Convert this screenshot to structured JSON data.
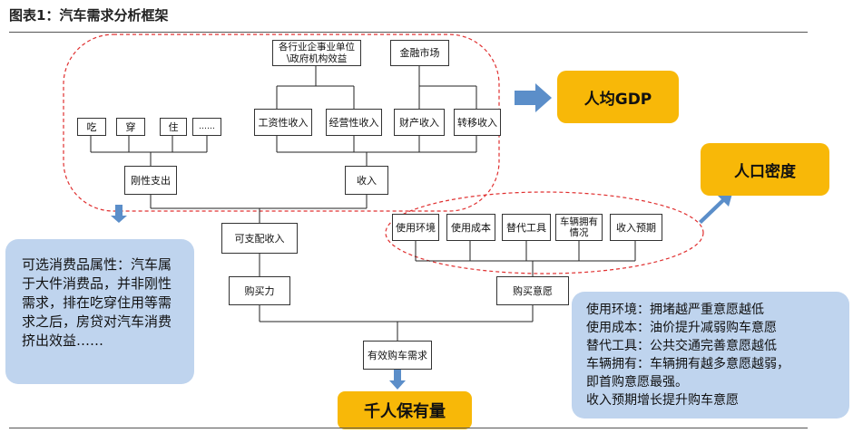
{
  "title": "图表1：汽车需求分析框架",
  "nodes": {
    "industry_income": "各行业企事业单位\\政府机构效益",
    "financial_market": "金融市场",
    "wage_income": "工资性收入",
    "business_income": "经营性收入",
    "property_income": "财产收入",
    "transfer_income": "转移收入",
    "eat": "吃",
    "wear": "穿",
    "live": "住",
    "ellipsis": "……",
    "rigid_spending": "刚性支出",
    "income": "收入",
    "disposable_income": "可支配收入",
    "purchasing_power": "购买力",
    "usage_env": "使用环境",
    "usage_cost": "使用成本",
    "substitute": "替代工具",
    "vehicle_ownership": "车辆拥有情况",
    "income_expectation": "收入预期",
    "purchase_intent": "购买意愿",
    "effective_demand": "有效购车需求"
  },
  "highlights": {
    "gdp_per_capita": "人均GDP",
    "population_density": "人口密度",
    "ownership_per_thousand": "千人保有量"
  },
  "notes": {
    "left": "可选消费品属性：汽车属于大件消费品，并非刚性需求，排在吃穿住用等需求之后，房贷对汽车消费挤出效益……",
    "right": [
      "使用环境：拥堵越严重意愿越低",
      "使用成本：油价提升减弱购车意愿",
      "替代工具：公共交通完善意愿越低",
      "车辆拥有：车辆拥有越多意愿越弱，",
      "即首购意愿最强。",
      "收入预期增长提升购车意愿"
    ]
  },
  "colors": {
    "highlight": "#f8b808",
    "note_bg": "#bfd4ee",
    "arrow": "#5b8ec9",
    "dashed": "#e03030"
  }
}
